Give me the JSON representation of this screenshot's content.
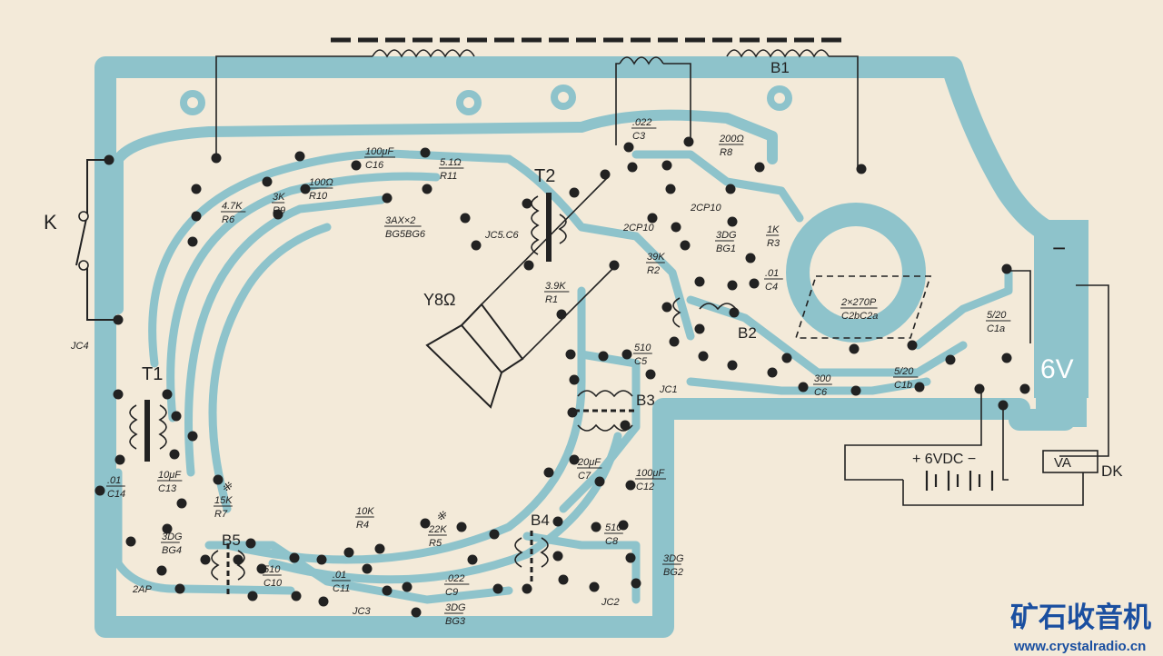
{
  "colors": {
    "paper": "#f3ead9",
    "copper": "#8ec3cb",
    "ink": "#222222",
    "watermark": "#1a4fa0"
  },
  "labels": {
    "switch_k": "K",
    "transformer_b1": "B1",
    "transformer_t1": "T1",
    "transformer_t2": "T2",
    "coil_b2": "B2",
    "coil_b3": "B3",
    "coil_b4": "B4",
    "coil_b5": "B5",
    "speaker": "Y8Ω",
    "battery_voltage": "6V",
    "battery": "+ 6VDC −",
    "dc_jack": "DK",
    "power_jack_mark": "VA"
  },
  "components": {
    "c3": {
      "value": ".022",
      "ref": "C3"
    },
    "r8": {
      "value": "200Ω",
      "ref": "R8"
    },
    "c16": {
      "value": "100μF",
      "ref": "C16"
    },
    "r11": {
      "value": "5.1Ω",
      "ref": "R11"
    },
    "r10": {
      "value": "100Ω",
      "ref": "R10"
    },
    "r9": {
      "value": "3K",
      "ref": "R9"
    },
    "r6": {
      "value": "4.7K",
      "ref": "R6"
    },
    "bg5": {
      "value": "3AX×2",
      "ref": "BG5BG6"
    },
    "jc56": {
      "value": "JC5.C6"
    },
    "d1": {
      "value": "2CP10"
    },
    "d2": {
      "value": "2CP10"
    },
    "bg1": {
      "value": "3DG",
      "ref": "BG1"
    },
    "r2": {
      "value": "39K",
      "ref": "R2"
    },
    "r3": {
      "value": "1K",
      "ref": "R3"
    },
    "c4": {
      "value": ".01",
      "ref": "C4"
    },
    "r1": {
      "value": "3.9K",
      "ref": "R1"
    },
    "c2a": {
      "value": "2×270P",
      "ref": "C2bC2a"
    },
    "c1a": {
      "value": "5/20",
      "ref": "C1a"
    },
    "c1b": {
      "value": "5/20",
      "ref": "C1b"
    },
    "c5": {
      "value": "510",
      "ref": "C5"
    },
    "jc1": {
      "value": "JC1"
    },
    "c6": {
      "value": "300",
      "ref": "C6"
    },
    "jc4": {
      "value": "JC4"
    },
    "c14": {
      "value": ".01",
      "ref": "C14"
    },
    "c13": {
      "value": "10μF",
      "ref": "C13"
    },
    "r7": {
      "value": "15K",
      "ref": "R7",
      "mark": "※"
    },
    "c7": {
      "value": "20μF",
      "ref": "C7"
    },
    "c12": {
      "value": "100μF",
      "ref": "C12"
    },
    "bg4": {
      "value": "3DG",
      "ref": "BG4"
    },
    "d2ap": {
      "value": "2AP"
    },
    "r4": {
      "value": "10K",
      "ref": "R4"
    },
    "r5": {
      "value": "22K",
      "ref": "R5",
      "mark": "※"
    },
    "c8": {
      "value": "510",
      "ref": "C8"
    },
    "bg2": {
      "value": "3DG",
      "ref": "BG2"
    },
    "c10": {
      "value": "510",
      "ref": "C10"
    },
    "c11": {
      "value": ".01",
      "ref": "C11"
    },
    "c9": {
      "value": ".022",
      "ref": "C9"
    },
    "bg3": {
      "value": "3DG",
      "ref": "BG3"
    },
    "jc3": {
      "value": "JC3"
    },
    "jc2": {
      "value": "JC2"
    }
  },
  "watermark": {
    "cn": "矿石收音机",
    "url": "www.crystalradio.cn"
  }
}
